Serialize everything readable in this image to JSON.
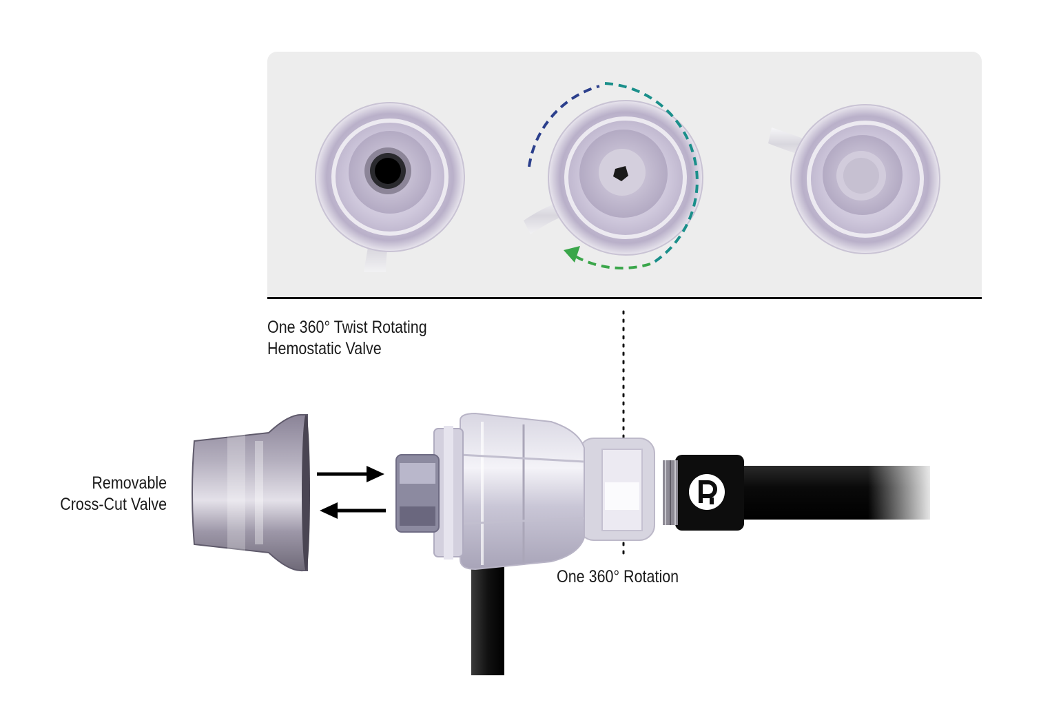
{
  "labels": {
    "twist_valve": {
      "line1": "One 360° Twist Rotating",
      "line2": "Hemostatic Valve"
    },
    "cross_cut_valve": {
      "line1": "Removable",
      "line2": "Cross-Cut Valve"
    },
    "rotation": "One 360° Rotation"
  },
  "icons": {
    "brand_logo": "P-logo",
    "insert_arrow": "arrow-right",
    "remove_arrow": "arrow-left"
  },
  "colors": {
    "arc_blue": "#2b3f8c",
    "arc_teal": "#1a8f8a",
    "arc_green": "#3aa64a",
    "panel_bg": "#ededed",
    "text": "#1a1a1a"
  }
}
